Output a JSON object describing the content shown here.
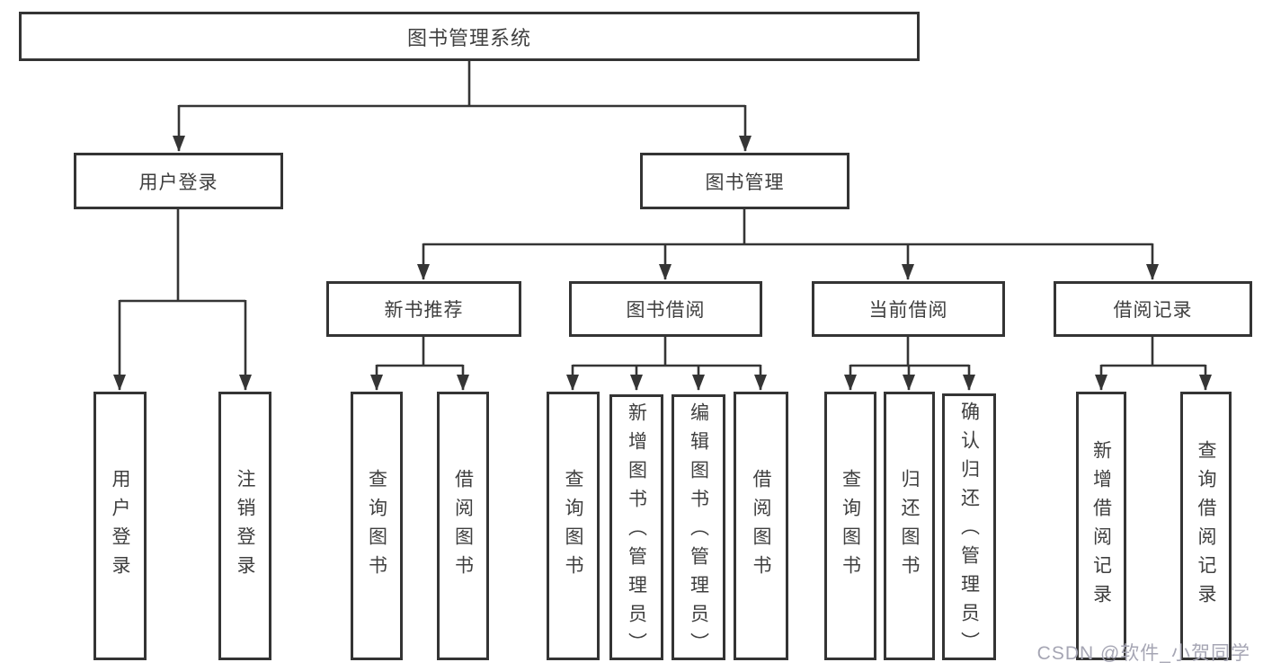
{
  "colors": {
    "line": "#353535",
    "box_border": "#343434",
    "text": "#3f3f3f",
    "watermark": "#a6a6b4",
    "background": "#ffffff"
  },
  "watermark": {
    "text": "CSDN @软件_小贺同学"
  },
  "tree": {
    "root": {
      "label": "图书管理系统"
    },
    "level2": [
      {
        "label": "用户登录"
      },
      {
        "label": "图书管理"
      }
    ],
    "level3": [
      {
        "label": "新书推荐"
      },
      {
        "label": "图书借阅"
      },
      {
        "label": "当前借阅"
      },
      {
        "label": "借阅记录"
      }
    ],
    "leaves": {
      "user_login_group": [
        {
          "label": "用户登录"
        },
        {
          "label": "注销登录"
        }
      ],
      "new_book_group": [
        {
          "label": "查询图书"
        },
        {
          "label": "借阅图书"
        }
      ],
      "book_borrow_group": [
        {
          "label": "查询图书"
        },
        {
          "label": "新增图书（管理员）"
        },
        {
          "label": "编辑图书（管理员）"
        },
        {
          "label": "借阅图书"
        }
      ],
      "current_borrow_group": [
        {
          "label": "查询图书"
        },
        {
          "label": "归还图书"
        },
        {
          "label": "确认归还（管理员）"
        }
      ],
      "records_group": [
        {
          "label": "新增借阅记录"
        },
        {
          "label": "查询借阅记录"
        }
      ]
    }
  }
}
